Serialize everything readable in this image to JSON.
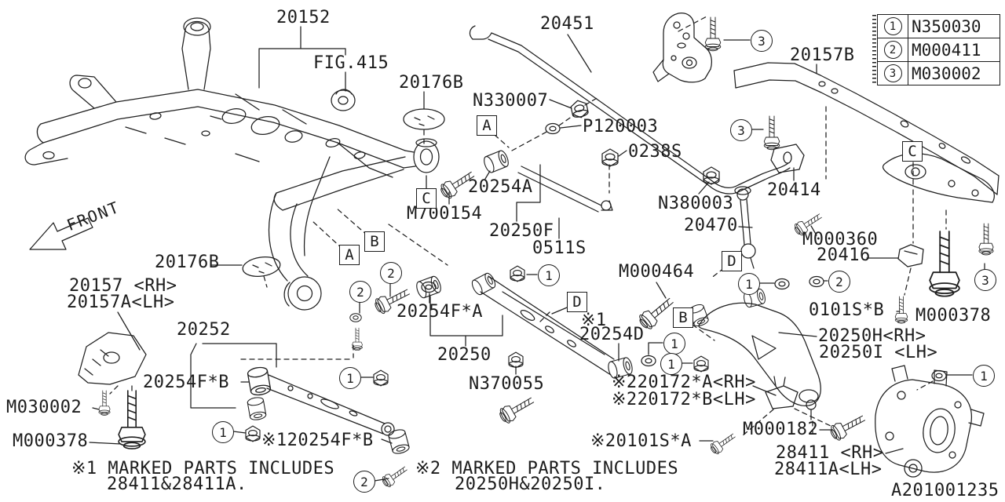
{
  "diagram": {
    "front_arrow_label": "FRONT",
    "diagram_id": "A201001235"
  },
  "legend": {
    "rows": [
      {
        "num": "1",
        "code": "N350030"
      },
      {
        "num": "2",
        "code": "M000411"
      },
      {
        "num": "3",
        "code": "M030002"
      }
    ]
  },
  "part_labels": [
    {
      "text": "20152"
    },
    {
      "text": "FIG.415"
    },
    {
      "text": "20176B"
    },
    {
      "text": "20451"
    },
    {
      "text": "20157B"
    },
    {
      "text": "N330007"
    },
    {
      "text": "P120003"
    },
    {
      "text": "0238S"
    },
    {
      "text": "20254A"
    },
    {
      "text": "M700154"
    },
    {
      "text": "20250F"
    },
    {
      "text": "0511S"
    },
    {
      "text": "N380003"
    },
    {
      "text": "20414"
    },
    {
      "text": "20470"
    },
    {
      "text": "M000360"
    },
    {
      "text": "20416"
    },
    {
      "text": "0101S*B"
    },
    {
      "text": "M000378"
    },
    {
      "text": "20157 <RH>"
    },
    {
      "text": "20157A<LH>"
    },
    {
      "text": "20176B"
    },
    {
      "text": "20252"
    },
    {
      "text": "20254F*A"
    },
    {
      "text": "20250"
    },
    {
      "text": "M000464"
    },
    {
      "text": "※1"
    },
    {
      "text": "20254D"
    },
    {
      "text": "N370055"
    },
    {
      "text": "※220172*A<RH>"
    },
    {
      "text": "※220172*B<LH>"
    },
    {
      "text": "20250H<RH>"
    },
    {
      "text": "20250I <LH>"
    },
    {
      "text": "M030002"
    },
    {
      "text": "M000378"
    },
    {
      "text": "20254F*B"
    },
    {
      "text": "※120254F*B"
    },
    {
      "text": "※20101S*A"
    },
    {
      "text": "M000182"
    },
    {
      "text": "28411 <RH>"
    },
    {
      "text": "28411A<LH>"
    }
  ],
  "ref_boxes": [
    {
      "letter": "A"
    },
    {
      "letter": "C"
    },
    {
      "letter": "B"
    },
    {
      "letter": "A"
    },
    {
      "letter": "C"
    },
    {
      "letter": "D"
    },
    {
      "letter": "D"
    },
    {
      "letter": "B"
    }
  ],
  "callouts": [
    {
      "num": "3"
    },
    {
      "num": "3"
    },
    {
      "num": "3"
    },
    {
      "num": "2"
    },
    {
      "num": "2"
    },
    {
      "num": "2"
    },
    {
      "num": "2"
    },
    {
      "num": "1"
    },
    {
      "num": "1"
    },
    {
      "num": "1"
    },
    {
      "num": "1"
    },
    {
      "num": "1"
    },
    {
      "num": "1"
    },
    {
      "num": "1"
    }
  ],
  "notes": {
    "note1_line1": "※1 MARKED PARTS INCLUDES",
    "note1_line2": "28411&28411A.",
    "note2_line1": "※2 MARKED PARTS INCLUDES",
    "note2_line2": "20250H&20250I."
  }
}
